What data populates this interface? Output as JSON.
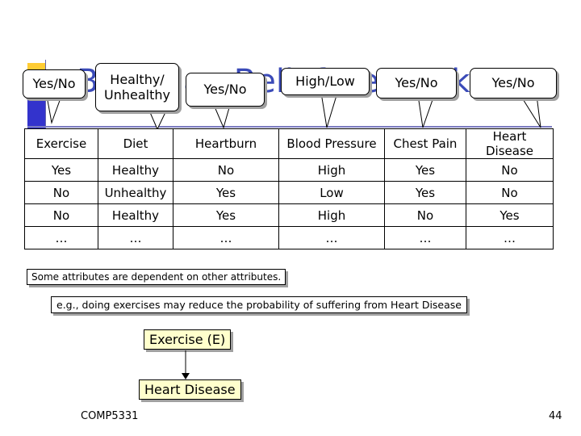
{
  "slide": {
    "title": "Bayesian Belief Network",
    "footer": "COMP5331",
    "page_number": "44"
  },
  "callouts": [
    "Yes/No",
    "Healthy/ Unhealthy",
    "Yes/No",
    "High/Low",
    "Yes/No",
    "Yes/No"
  ],
  "table": {
    "headers": [
      "Exercise",
      "Diet",
      "Heartburn",
      "Blood Pressure",
      "Chest Pain",
      "Heart Disease"
    ],
    "rows": [
      [
        "Yes",
        "Healthy",
        "No",
        "High",
        "Yes",
        "No"
      ],
      [
        "No",
        "Unhealthy",
        "Yes",
        "Low",
        "Yes",
        "No"
      ],
      [
        "No",
        "Healthy",
        "Yes",
        "High",
        "No",
        "Yes"
      ],
      [
        "…",
        "…",
        "…",
        "…",
        "…",
        "…"
      ]
    ]
  },
  "notes": {
    "dependency": "Some attributes are dependent on other attributes.",
    "example": "e.g., doing exercises may reduce the probability of suffering from Heart Disease"
  },
  "diagram": {
    "parent": "Exercise (E)",
    "child": "Heart Disease"
  },
  "colors": {
    "title": "#3b4bb8",
    "node_fill": "#ffffcc",
    "deco_blue": "#3333cc",
    "deco_yellow": "#ffcc33"
  }
}
